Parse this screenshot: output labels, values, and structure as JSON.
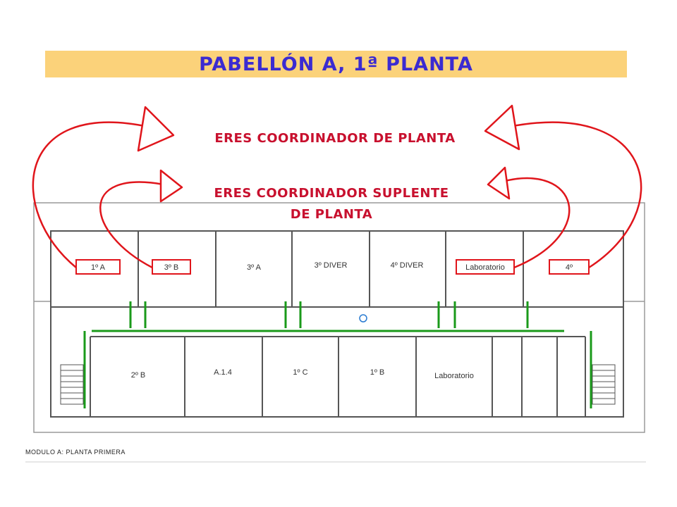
{
  "title": "PABELLÓN A, 1ª PLANTA",
  "roles": {
    "coordinator": "ERES COORDINADOR DE PLANTA",
    "substitute_line1": "ERES COORDINADOR SUPLENTE",
    "substitute_line2": "DE PLANTA"
  },
  "colors": {
    "title_bg": "#fbd27a",
    "title_text": "#3b2bd1",
    "role_text": "#c8102e",
    "arrow_stroke": "#e0151b",
    "highlight_box": "#e0151b",
    "evac_arrow": "#1a9a1a"
  },
  "rooms_top": [
    "1º A",
    "3º B",
    "3º A",
    "3º DIVER",
    "4º DIVER",
    "Laboratorio",
    "4º"
  ],
  "rooms_bottom": [
    "2º B",
    "A.1.4",
    "1º C",
    "1º B",
    "Laboratorio"
  ],
  "caption": "MODULO A: PLANTA PRIMERA"
}
